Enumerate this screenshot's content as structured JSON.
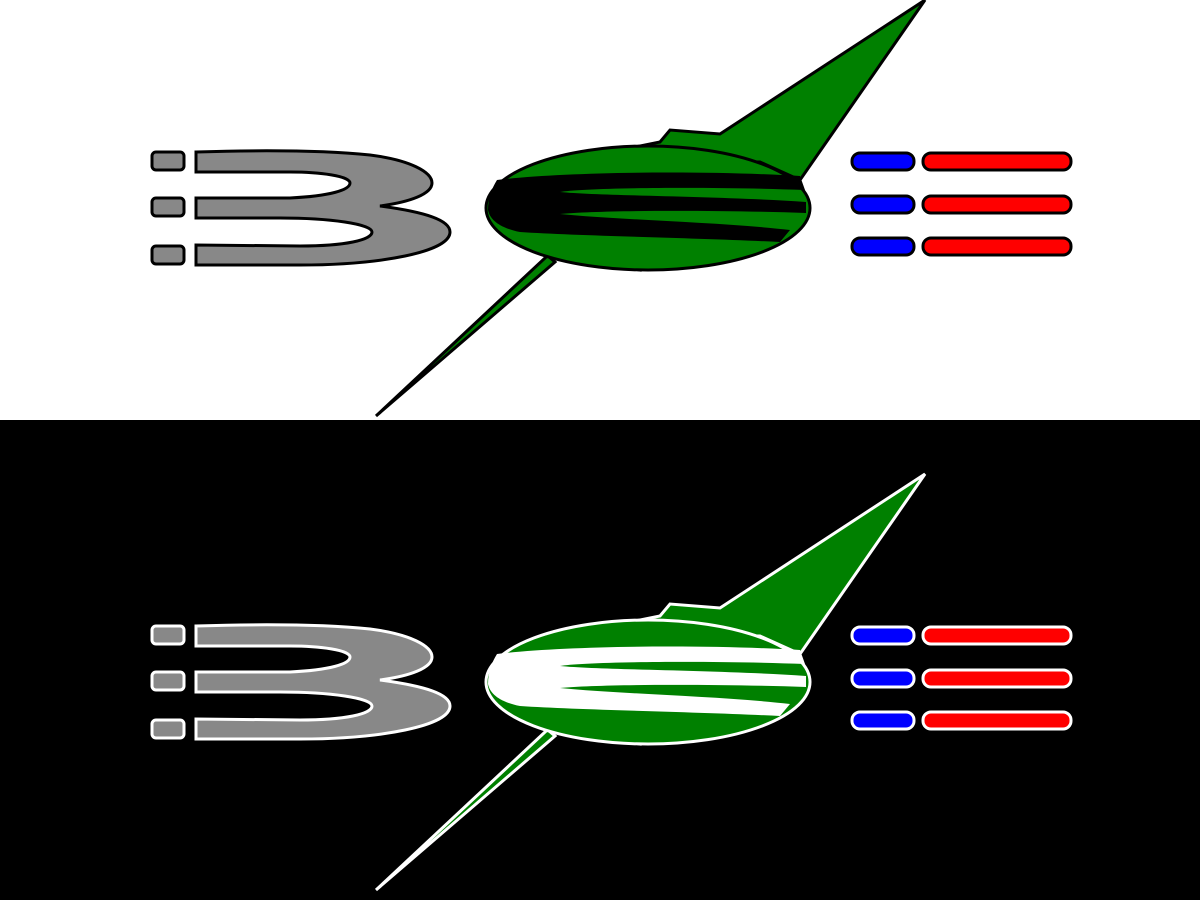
{
  "colors": {
    "light_background": "#ffffff",
    "dark_background": "#000000",
    "letter_gray": "#888888",
    "swoosh_green": "#008000",
    "bar_blue": "#0000ff",
    "bar_red": "#ff0000",
    "outline_on_light": "#000000",
    "outline_on_dark": "#ffffff"
  },
  "variants": [
    {
      "name": "logo-on-light",
      "background": "#ffffff",
      "outline": "#000000",
      "inner_stripe": "#000000"
    },
    {
      "name": "logo-on-dark",
      "background": "#000000",
      "outline": "#ffffff",
      "inner_stripe": "#ffffff"
    }
  ],
  "logo": {
    "elements": [
      "gray-3-mark",
      "green-swoosh-emblem",
      "blue-red-equals-mark"
    ]
  }
}
